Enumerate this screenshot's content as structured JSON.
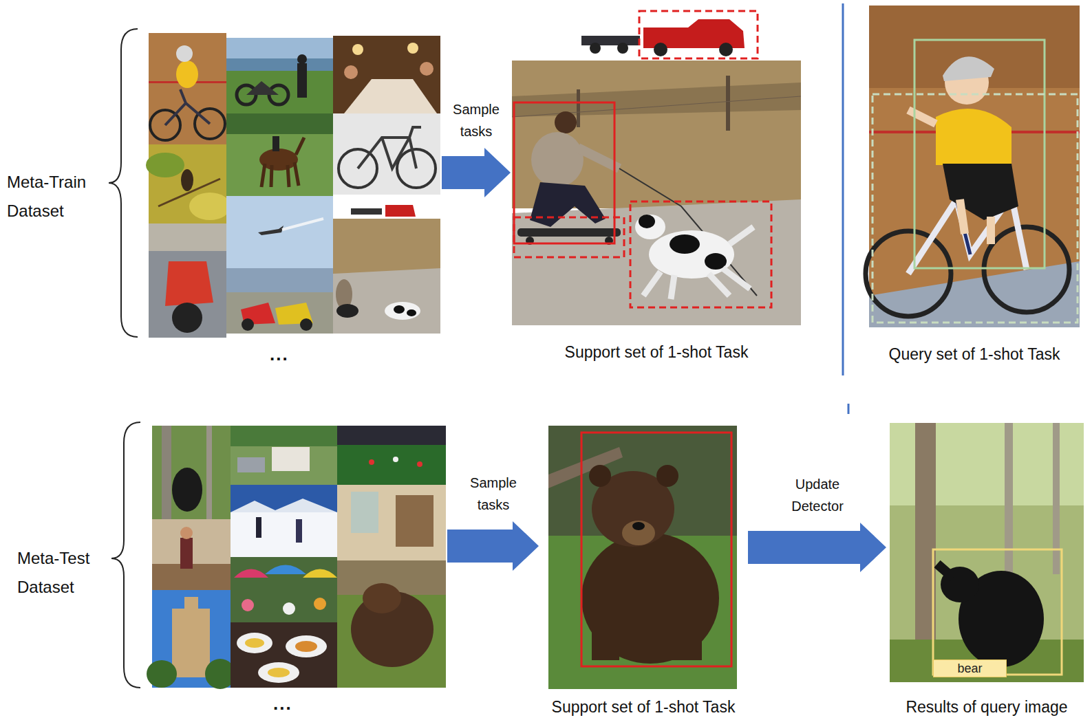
{
  "diagram": {
    "nodes": [
      {
        "text": [
          "Meta-Train Dataset"
        ]
      },
      {
        "text": [
          "Support set of 1-shot Task"
        ]
      },
      {
        "text": [
          "Query set of 1-shot Task"
        ]
      },
      {
        "text": [
          "Meta-Test Dataset"
        ]
      },
      {
        "text": [
          "Support set of 1-shot Task"
        ]
      },
      {
        "text": [
          "Results of query image"
        ]
      },
      {
        "text": [
          "bear"
        ],
        "in": 5
      }
    ],
    "edges": [
      {
        "from": 0,
        "to": 1,
        "label": "Sample tasks",
        "arrow": "to"
      },
      {
        "from": 3,
        "to": 4,
        "label": "Sample tasks",
        "arrow": "to"
      },
      {
        "from": 4,
        "to": 5,
        "label": "Update Detector",
        "arrow": "to"
      }
    ],
    "labels": [
      "...",
      "..."
    ]
  }
}
